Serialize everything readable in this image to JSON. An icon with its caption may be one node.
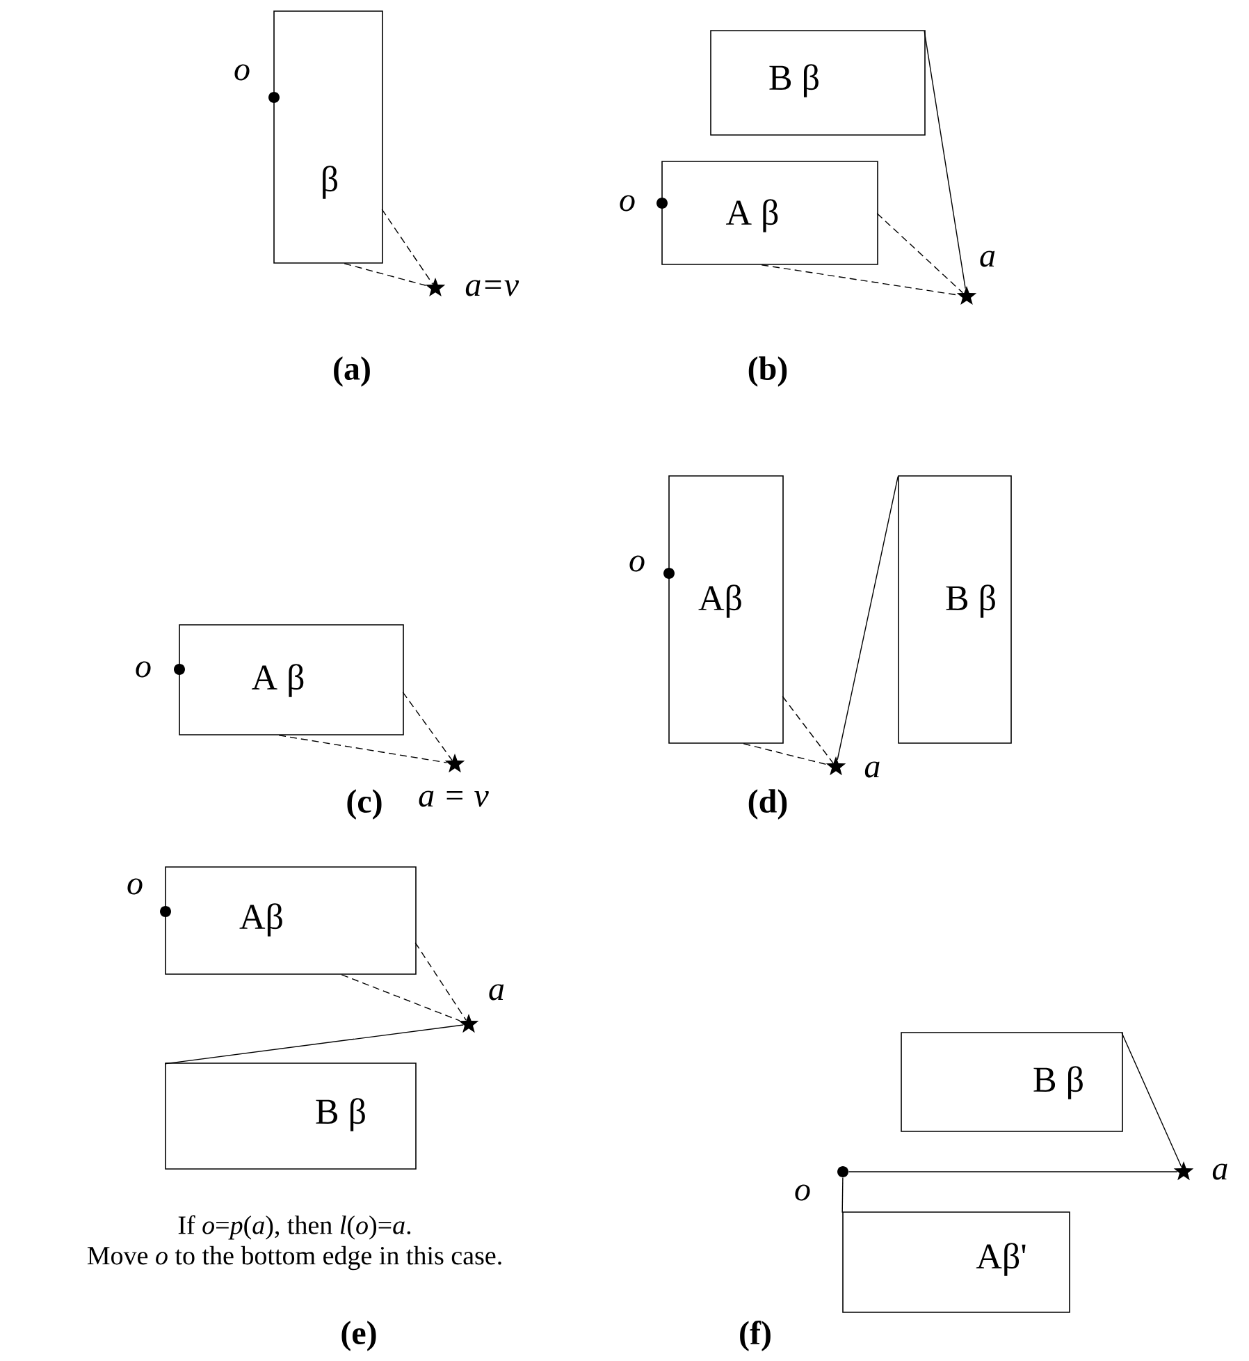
{
  "diagram": {
    "nodes": [
      {
        "text": [
          "β"
        ]
      },
      {
        "text": [],
        "shape": "circle",
        "beside": [
          "o"
        ]
      },
      {
        "text": [],
        "shape": "star",
        "beside": [
          "a=v"
        ]
      },
      {
        "text": [
          "B β"
        ]
      },
      {
        "text": [
          "A β"
        ]
      },
      {
        "text": [],
        "shape": "circle",
        "beside": [
          "o"
        ]
      },
      {
        "text": [],
        "shape": "star",
        "beside": [
          "a"
        ]
      },
      {
        "text": [
          "A β"
        ]
      },
      {
        "text": [],
        "shape": "circle",
        "beside": [
          "o"
        ]
      },
      {
        "text": [],
        "shape": "star",
        "beside": [
          "a = v"
        ]
      },
      {
        "text": [
          "Aβ"
        ]
      },
      {
        "text": [],
        "shape": "circle",
        "beside": [
          "o"
        ]
      },
      {
        "text": [
          "B β"
        ]
      },
      {
        "text": [],
        "shape": "star",
        "beside": [
          "a"
        ]
      },
      {
        "text": [
          "Aβ"
        ]
      },
      {
        "text": [],
        "shape": "circle",
        "beside": [
          "o"
        ]
      },
      {
        "text": [],
        "shape": "star",
        "beside": [
          "a"
        ]
      },
      {
        "text": [
          "B β"
        ]
      },
      {
        "text": [
          "B β"
        ]
      },
      {
        "text": [],
        "shape": "circle",
        "beside": [
          "o"
        ]
      },
      {
        "text": [],
        "shape": "star",
        "beside": [
          "a"
        ]
      },
      {
        "text": [
          "Aβ'"
        ]
      }
    ],
    "edges": [
      {
        "from": 0,
        "to": 2,
        "arrow": "none",
        "style": "dashed"
      },
      {
        "from": 0,
        "to": 2,
        "arrow": "none",
        "style": "dashed"
      },
      {
        "from": 3,
        "to": 6,
        "arrow": "none"
      },
      {
        "from": 4,
        "to": 6,
        "arrow": "none",
        "style": "dashed"
      },
      {
        "from": 4,
        "to": 6,
        "arrow": "none",
        "style": "dashed"
      },
      {
        "from": 7,
        "to": 9,
        "arrow": "none",
        "style": "dashed"
      },
      {
        "from": 7,
        "to": 9,
        "arrow": "none",
        "style": "dashed"
      },
      {
        "from": 10,
        "to": 13,
        "arrow": "none",
        "style": "dashed"
      },
      {
        "from": 10,
        "to": 13,
        "arrow": "none",
        "style": "dashed"
      },
      {
        "from": 12,
        "to": 13,
        "arrow": "none"
      },
      {
        "from": 14,
        "to": 16,
        "arrow": "none",
        "style": "dashed"
      },
      {
        "from": 14,
        "to": 16,
        "arrow": "none",
        "style": "dashed"
      },
      {
        "from": 17,
        "to": 16,
        "arrow": "none"
      },
      {
        "from": 18,
        "to": 20,
        "arrow": "none"
      },
      {
        "from": 19,
        "to": 20,
        "arrow": "none"
      },
      {
        "from": 19,
        "to": 21,
        "arrow": "none"
      }
    ],
    "labels": [
      "(a)",
      "(b)",
      "(c)",
      "(d)",
      "If *o*=*p*(*a*), then *l*(*o*)=*a*.",
      "Move *o* to the bottom edge in this case.",
      "(e)",
      "(f)"
    ]
  }
}
